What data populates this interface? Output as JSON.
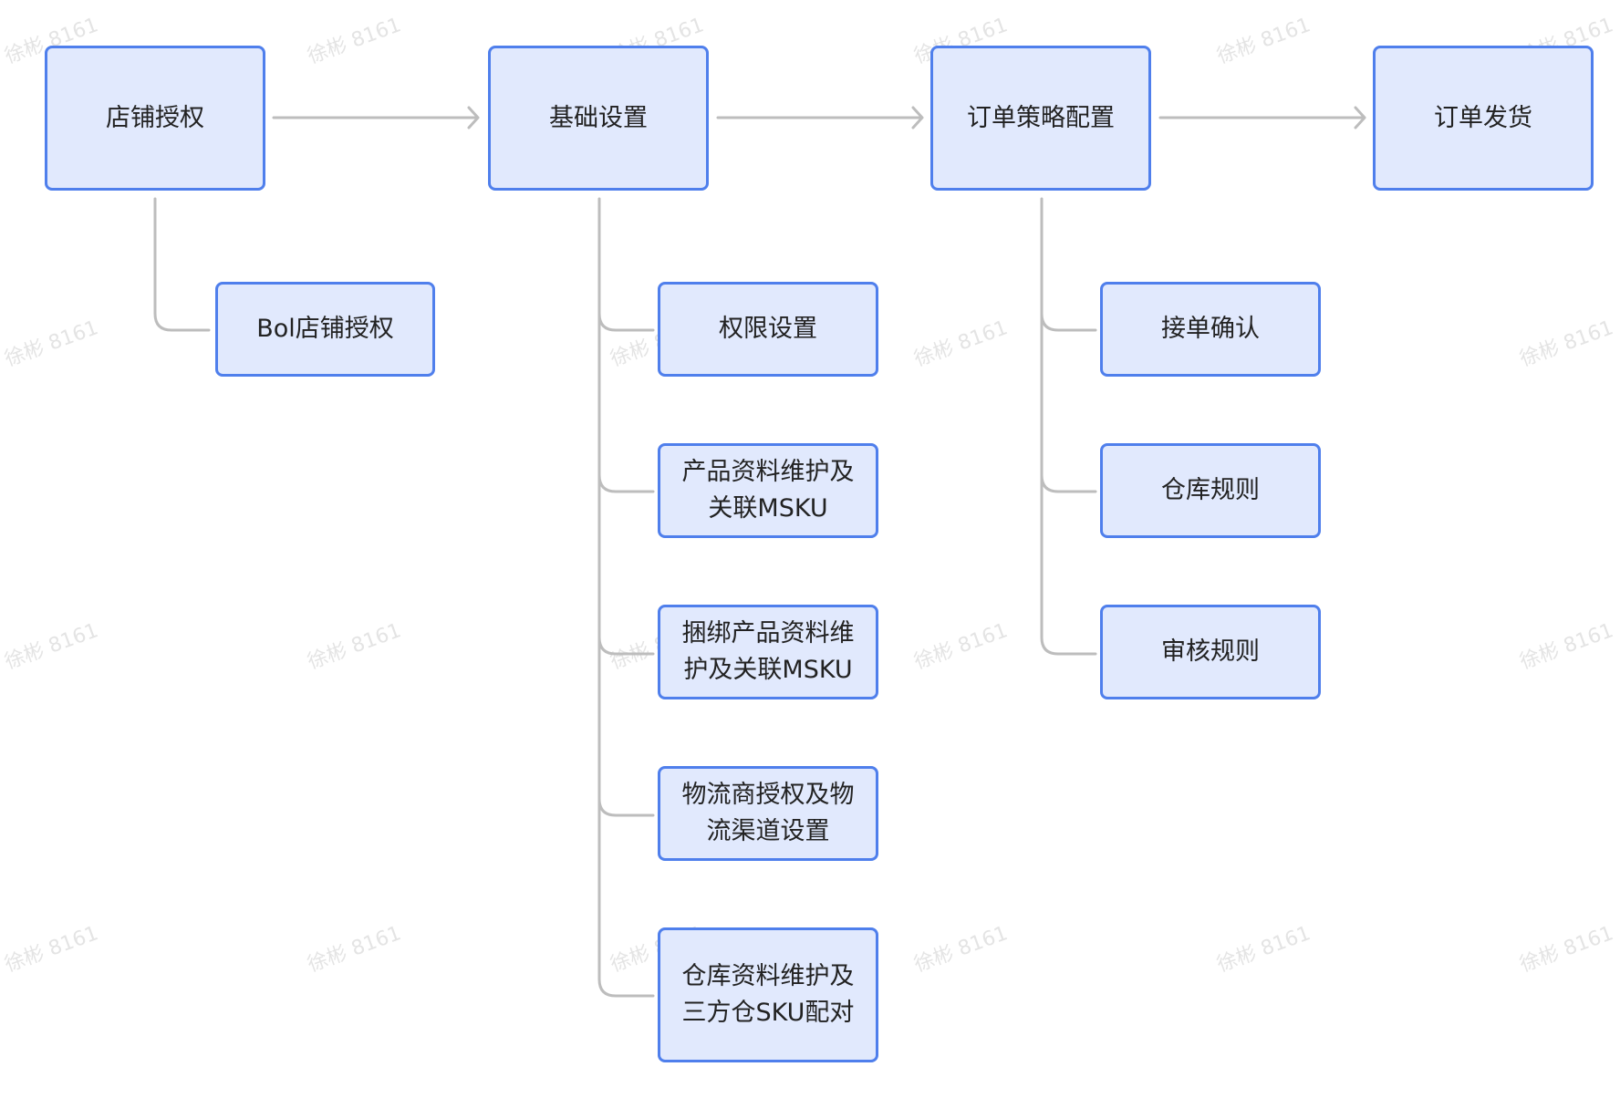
{
  "diagram": {
    "main_flow": [
      {
        "id": "shop_auth",
        "label": "店铺授权"
      },
      {
        "id": "basic_settings",
        "label": "基础设置"
      },
      {
        "id": "order_strategy",
        "label": "订单策略配置"
      },
      {
        "id": "order_shipping",
        "label": "订单发货"
      }
    ],
    "branches": {
      "shop_auth": [
        {
          "id": "bol_shop_auth",
          "label": "Bol店铺授权"
        }
      ],
      "basic_settings": [
        {
          "id": "permission_settings",
          "label": "权限设置"
        },
        {
          "id": "product_data",
          "label": "产品资料维护及关联MSKU"
        },
        {
          "id": "bundle_product_data",
          "label": "捆绑产品资料维护及关联MSKU"
        },
        {
          "id": "logistics_auth",
          "label": "物流商授权及物流渠道设置"
        },
        {
          "id": "warehouse_data",
          "label": "仓库资料维护及三方仓SKU配对"
        }
      ],
      "order_strategy": [
        {
          "id": "order_confirm",
          "label": "接单确认"
        },
        {
          "id": "warehouse_rules",
          "label": "仓库规则"
        },
        {
          "id": "review_rules",
          "label": "审核规则"
        }
      ]
    },
    "watermark_text": "徐彬 8161",
    "colors": {
      "node_fill": "#e1e9fd",
      "node_border": "#4f7fec",
      "connector": "#bdbdbd",
      "text": "#222222",
      "watermark": "#e4e4e4"
    }
  }
}
